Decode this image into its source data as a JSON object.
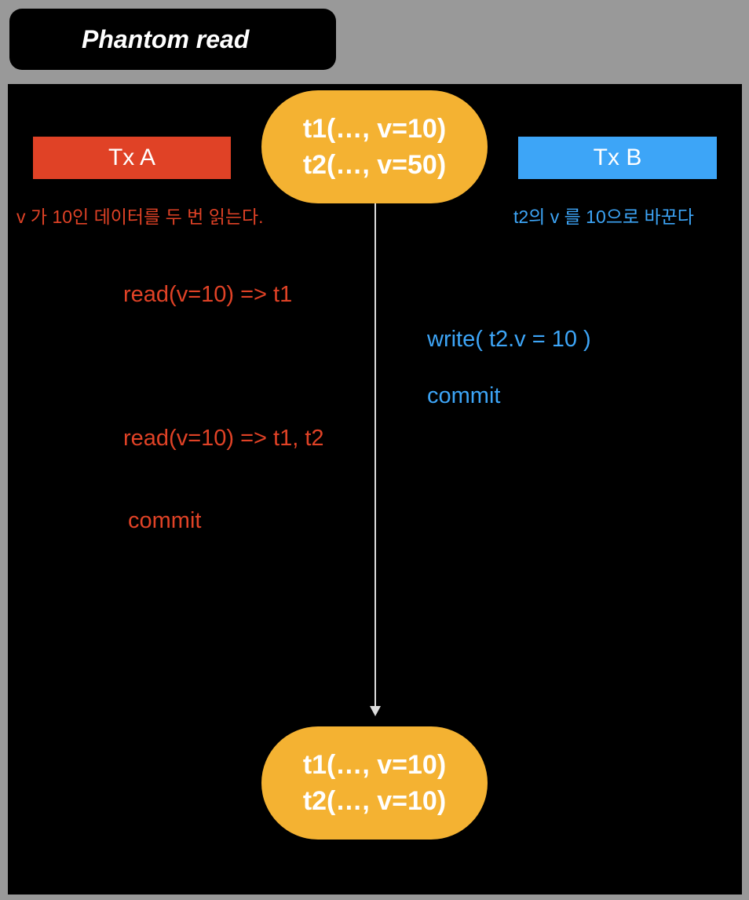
{
  "title": "Phantom read",
  "colors": {
    "page_bg": "#999999",
    "canvas_bg": "#000000",
    "tx_a": "#E04226",
    "tx_b": "#3DA5F7",
    "table": "#F4B232",
    "arrow": "#DDDDDD"
  },
  "tx_a": {
    "label": "Tx A",
    "description": "v 가 10인 데이터를 두 번 읽는다.",
    "steps": [
      "read(v=10) => t1",
      "read(v=10) => t1, t2",
      "commit"
    ]
  },
  "tx_b": {
    "label": "Tx B",
    "description": "t2의 v 를 10으로 바꾼다",
    "steps": [
      "write( t2.v = 10 )",
      "commit"
    ]
  },
  "table_before": {
    "rows": [
      "t1(…, v=10)",
      "t2(…, v=50)"
    ]
  },
  "table_after": {
    "rows": [
      "t1(…, v=10)",
      "t2(…, v=10)"
    ]
  }
}
